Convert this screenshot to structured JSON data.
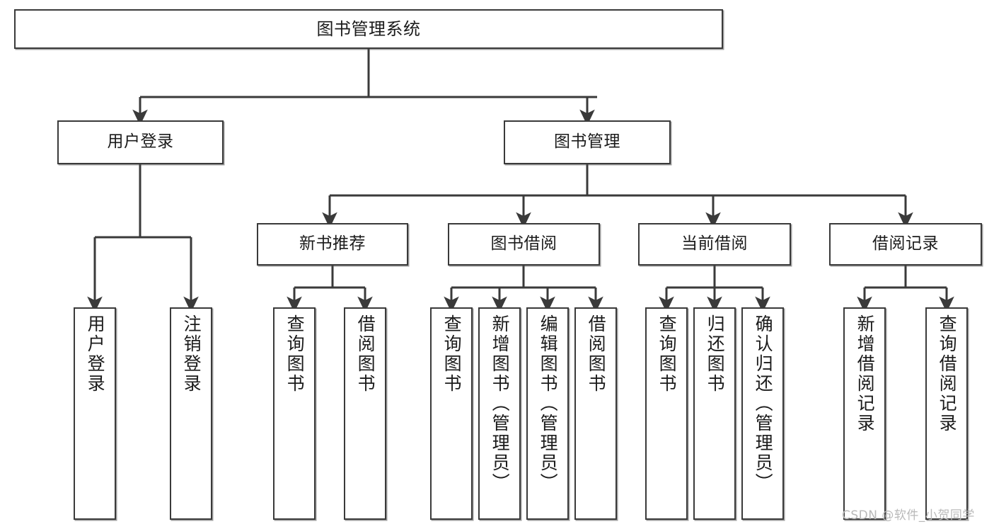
{
  "diagram": {
    "title": "图书管理系统",
    "watermark": "CSDN @软件_小贺同学",
    "line_color": "#3a3a3a",
    "box_fill": "#ffffff",
    "text_color": "#1b1b1b",
    "nodes": {
      "root": {
        "label": "图书管理系统"
      },
      "level2": [
        {
          "id": "user-login",
          "label": "用户登录"
        },
        {
          "id": "book-manage",
          "label": "图书管理"
        }
      ],
      "level3": [
        {
          "id": "new-book-recommend",
          "label": "新书推荐"
        },
        {
          "id": "book-borrow",
          "label": "图书借阅"
        },
        {
          "id": "current-borrow",
          "label": "当前借阅"
        },
        {
          "id": "borrow-record",
          "label": "借阅记录"
        }
      ],
      "leaves": [
        {
          "id": "leaf-user-login",
          "label": "用户登录",
          "parent": "user-login"
        },
        {
          "id": "leaf-user-logout",
          "label": "注销登录",
          "parent": "user-login"
        },
        {
          "id": "leaf-query-book-1",
          "label": "查询图书",
          "parent": "new-book-recommend"
        },
        {
          "id": "leaf-borrow-book-1",
          "label": "借阅图书",
          "parent": "new-book-recommend"
        },
        {
          "id": "leaf-query-book-2",
          "label": "查询图书",
          "parent": "book-borrow"
        },
        {
          "id": "leaf-add-book",
          "label": "新增图书（管理员）",
          "parent": "book-borrow"
        },
        {
          "id": "leaf-edit-book",
          "label": "编辑图书（管理员）",
          "parent": "book-borrow"
        },
        {
          "id": "leaf-borrow-book-2",
          "label": "借阅图书",
          "parent": "book-borrow"
        },
        {
          "id": "leaf-query-book-3",
          "label": "查询图书",
          "parent": "current-borrow"
        },
        {
          "id": "leaf-return-book",
          "label": "归还图书",
          "parent": "current-borrow"
        },
        {
          "id": "leaf-confirm-return",
          "label": "确认归还（管理员）",
          "parent": "current-borrow"
        },
        {
          "id": "leaf-add-record",
          "label": "新增借阅记录",
          "parent": "borrow-record"
        },
        {
          "id": "leaf-query-record",
          "label": "查询借阅记录",
          "parent": "borrow-record"
        }
      ]
    }
  }
}
